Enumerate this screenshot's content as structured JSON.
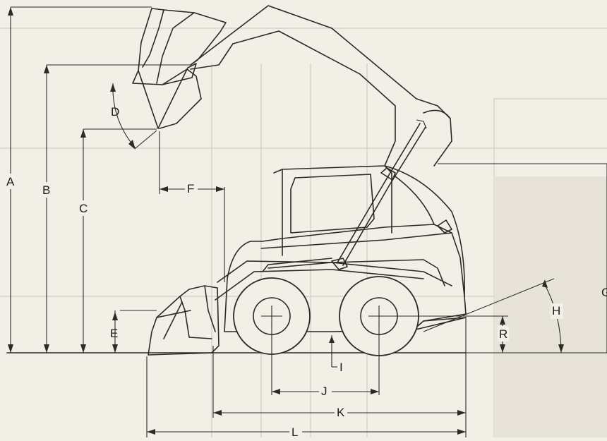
{
  "figure": {
    "dimension_labels": {
      "A": "A",
      "B": "B",
      "C": "C",
      "D": "D",
      "E": "E",
      "F": "F",
      "G": "G",
      "H": "H",
      "I": "I",
      "J": "J",
      "K": "K",
      "L": "L",
      "R": "R"
    }
  }
}
